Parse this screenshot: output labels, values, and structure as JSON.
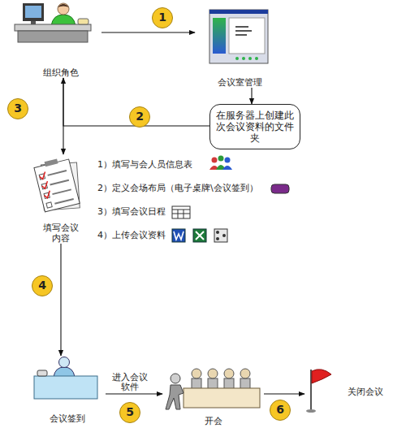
{
  "diagram": {
    "nodes": [
      {
        "text": [
          "组织角色"
        ]
      },
      {
        "text": [
          "会议室管理"
        ]
      },
      {
        "text": [
          "在服务器上创建此次会议资料的文件夹"
        ]
      },
      {
        "text": [
          "填写会议内容"
        ]
      },
      {
        "text": [
          "会议签到"
        ]
      },
      {
        "text": [
          "开会"
        ]
      },
      {
        "text": [
          "关闭会议"
        ]
      }
    ],
    "edges": [
      {
        "from": 0,
        "to": 1,
        "arrow": "to"
      },
      {
        "from": 1,
        "to": 2,
        "arrow": "to"
      },
      {
        "from": 2,
        "to": 0,
        "arrow": "to"
      },
      {
        "from": 0,
        "to": 3,
        "arrow": "to"
      },
      {
        "from": 3,
        "to": 4,
        "arrow": "to"
      },
      {
        "from": 4,
        "to": 5,
        "label": "进入会议软件",
        "arrow": "to"
      },
      {
        "from": 5,
        "to": 6,
        "arrow": "to"
      }
    ],
    "labels": [
      "1",
      "2",
      "3",
      "1）填写与会人员信息表",
      "2）定义会场布局（电子桌牌\\会议签到）",
      "3）填写会议日程",
      "4）上传会议资料",
      "4",
      "5",
      "6"
    ]
  }
}
